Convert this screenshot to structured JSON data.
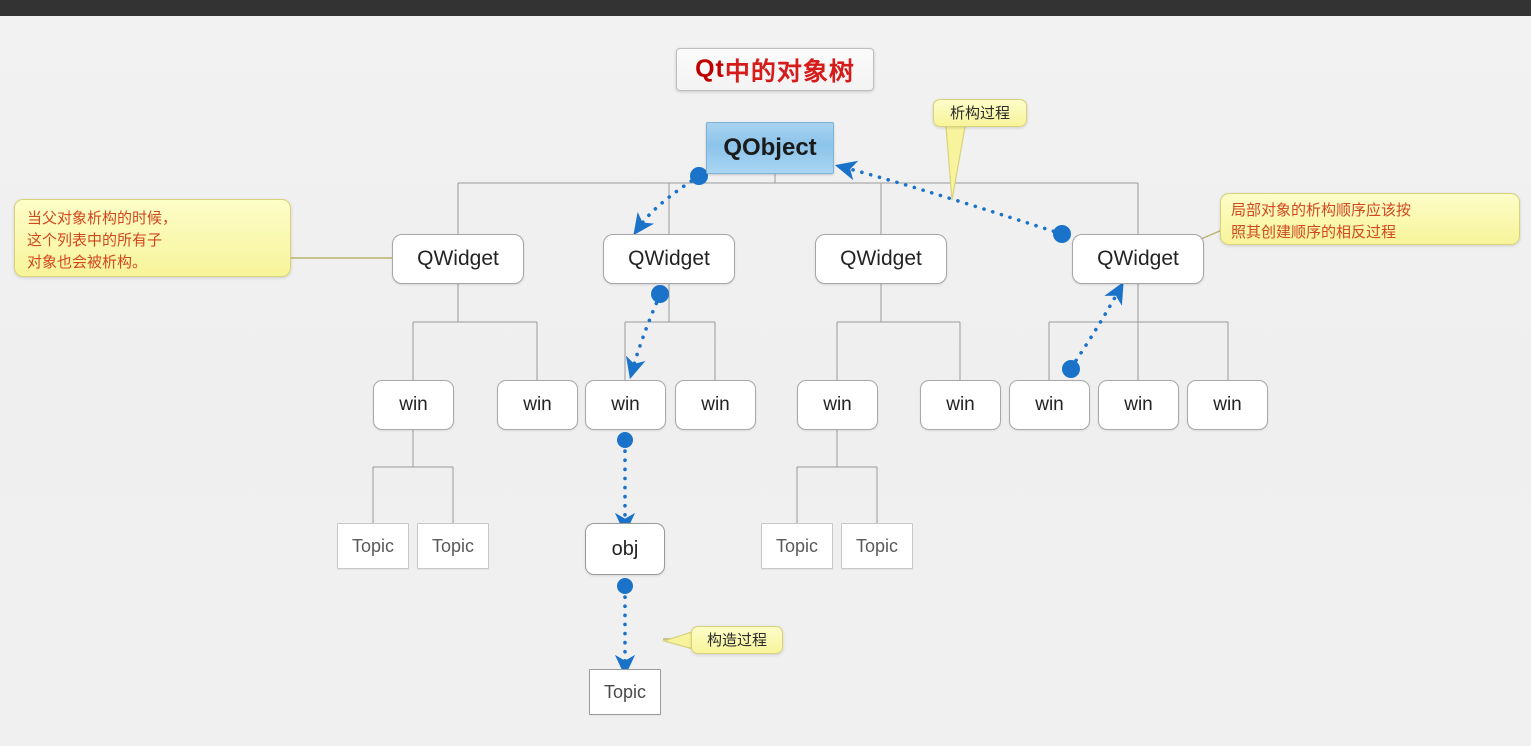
{
  "page": {
    "background": "#f1f1f1",
    "topbar_color": "#333333"
  },
  "title": {
    "prefix": "Qt",
    "rest": " 中的对象树",
    "color": "#d61b1b"
  },
  "colors": {
    "accent_blue": "#1a73c8",
    "qobject_fill": "#9ccdee",
    "note_fill": "#f8f49e",
    "note_text": "#d1481f",
    "wire": "#9a9a9a"
  },
  "nodes": {
    "root": {
      "label": "QObject"
    },
    "widgets": [
      {
        "label": "QWidget"
      },
      {
        "label": "QWidget"
      },
      {
        "label": "QWidget"
      },
      {
        "label": "QWidget"
      }
    ],
    "wins": [
      {
        "label": "win"
      },
      {
        "label": "win"
      },
      {
        "label": "win"
      },
      {
        "label": "win"
      },
      {
        "label": "win"
      },
      {
        "label": "win"
      },
      {
        "label": "win"
      },
      {
        "label": "win"
      },
      {
        "label": "win"
      }
    ],
    "topics": [
      {
        "label": "Topic"
      },
      {
        "label": "Topic"
      },
      {
        "label": "Topic"
      },
      {
        "label": "Topic"
      },
      {
        "label": "Topic"
      }
    ],
    "obj": {
      "label": "obj"
    }
  },
  "notes": {
    "left": {
      "lines": [
        "当父对象析构的时候，",
        "这个列表中的所有子",
        "对象也会被析构。"
      ]
    },
    "right": {
      "lines": [
        "局部对象的析构顺序应该按",
        "照其创建顺序的相反过程"
      ]
    },
    "destruct": {
      "label": "析构过程"
    },
    "construct": {
      "label": "构造过程"
    }
  }
}
